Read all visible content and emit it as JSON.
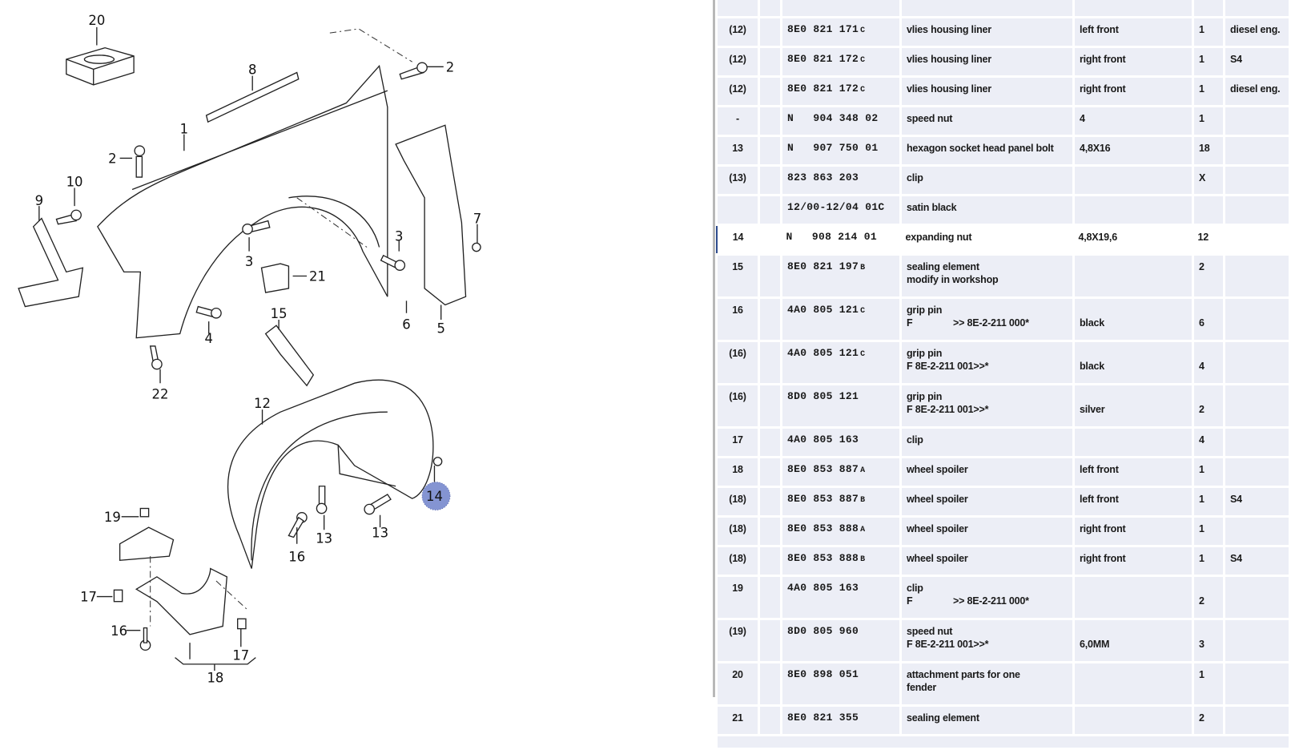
{
  "diagram": {
    "callouts": [
      "20",
      "8",
      "2",
      "1",
      "2",
      "10",
      "9",
      "7",
      "3",
      "3",
      "21",
      "4",
      "6",
      "5",
      "15",
      "22",
      "12",
      "14",
      "13",
      "13",
      "16",
      "19",
      "17",
      "16",
      "17",
      "18"
    ],
    "highlighted_callout": "14",
    "highlight_color": "#8494d2"
  },
  "table": {
    "rows": [
      {
        "item": "(12)",
        "part": "8E0 821 171",
        "suffix": "C",
        "desc": "vlies housing liner",
        "desc2": "",
        "remark": "left front",
        "qty": "1",
        "model": "diesel eng."
      },
      {
        "item": "(12)",
        "part": "8E0 821 172",
        "suffix": "C",
        "desc": "vlies housing liner",
        "desc2": "",
        "remark": "right front",
        "qty": "1",
        "model": "S4"
      },
      {
        "item": "(12)",
        "part": "8E0 821 172",
        "suffix": "C",
        "desc": "vlies housing liner",
        "desc2": "",
        "remark": "right front",
        "qty": "1",
        "model": "diesel eng."
      },
      {
        "item": "-",
        "part": "N   904 348 02",
        "suffix": "",
        "desc": "speed  nut",
        "desc2": "",
        "remark": "4",
        "qty": "1",
        "model": ""
      },
      {
        "item": "13",
        "part": "N   907 750 01",
        "suffix": "",
        "desc": "hexagon socket head panel bolt",
        "desc2": "",
        "remark": "4,8X16",
        "qty": "18",
        "model": ""
      },
      {
        "item": "(13)",
        "part": "823 863 203",
        "suffix": "",
        "desc": "clip",
        "desc2": "",
        "remark": "",
        "qty": "X",
        "model": ""
      },
      {
        "item": "",
        "part": "12/00-12/04 01C",
        "suffix": "",
        "desc": "satin black",
        "desc2": "",
        "remark": "",
        "qty": "",
        "model": ""
      },
      {
        "item": "14",
        "part": "N   908 214 01",
        "suffix": "",
        "desc": "expanding nut",
        "desc2": "",
        "remark": "4,8X19,6",
        "qty": "12",
        "model": "",
        "selected": true
      },
      {
        "item": "15",
        "part": "8E0 821 197",
        "suffix": "B",
        "desc": "sealing element",
        "desc2": "modify in workshop",
        "remark": "",
        "qty": "2",
        "model": "",
        "top": true
      },
      {
        "item": "16",
        "part": "4A0 805 121",
        "suffix": "C",
        "desc": "grip pin",
        "desc2f": "F",
        "desc2": ">> 8E-2-211 000*",
        "remark": "black",
        "qty": "6",
        "model": ""
      },
      {
        "item": "(16)",
        "part": "4A0 805 121",
        "suffix": "C",
        "desc": "grip pin",
        "desc2": "F 8E-2-211 001>>*",
        "remark": "black",
        "qty": "4",
        "model": ""
      },
      {
        "item": "(16)",
        "part": "8D0 805 121",
        "suffix": "",
        "desc": "grip pin",
        "desc2": "F 8E-2-211 001>>*",
        "remark": "silver",
        "qty": "2",
        "model": ""
      },
      {
        "item": "17",
        "part": "4A0 805 163",
        "suffix": "",
        "desc": "clip",
        "desc2": "",
        "remark": "",
        "qty": "4",
        "model": ""
      },
      {
        "item": "18",
        "part": "8E0 853 887",
        "suffix": "A",
        "desc": "wheel spoiler",
        "desc2": "",
        "remark": "left front",
        "qty": "1",
        "model": ""
      },
      {
        "item": "(18)",
        "part": "8E0 853 887",
        "suffix": "B",
        "desc": "wheel spoiler",
        "desc2": "",
        "remark": "left front",
        "qty": "1",
        "model": "S4"
      },
      {
        "item": "(18)",
        "part": "8E0 853 888",
        "suffix": "A",
        "desc": "wheel spoiler",
        "desc2": "",
        "remark": "right front",
        "qty": "1",
        "model": ""
      },
      {
        "item": "(18)",
        "part": "8E0 853 888",
        "suffix": "B",
        "desc": "wheel spoiler",
        "desc2": "",
        "remark": "right front",
        "qty": "1",
        "model": "S4"
      },
      {
        "item": "19",
        "part": "4A0 805 163",
        "suffix": "",
        "desc": "clip",
        "desc2f": "F",
        "desc2": ">> 8E-2-211 000*",
        "remark": "",
        "qty": "2",
        "model": ""
      },
      {
        "item": "(19)",
        "part": "8D0 805 960",
        "suffix": "",
        "desc": "speed nut",
        "desc2": "F 8E-2-211 001>>*",
        "remark": "6,0MM",
        "qty": "3",
        "model": ""
      },
      {
        "item": "20",
        "part": "8E0 898 051",
        "suffix": "",
        "desc": "attachment parts for one",
        "desc2": "fender",
        "remark": "",
        "qty": "1",
        "model": "",
        "top": true
      },
      {
        "item": "21",
        "part": "8E0 821 355",
        "suffix": "",
        "desc": "sealing element",
        "desc2": "",
        "remark": "",
        "qty": "2",
        "model": ""
      }
    ]
  }
}
